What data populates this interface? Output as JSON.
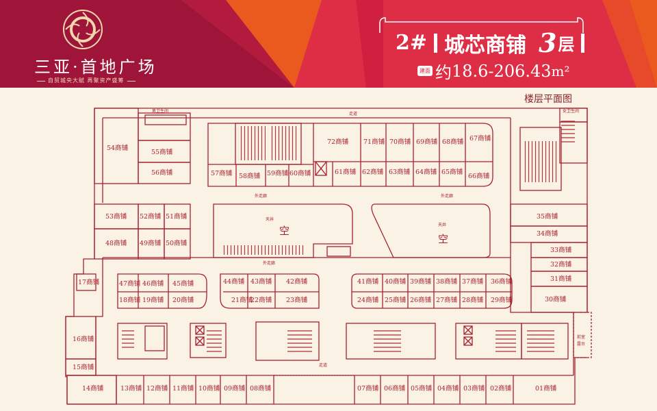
{
  "header": {
    "logo_name": "三亚·首地广场",
    "logo_slogan": "自贸城央大赋 再聚资产盛筹",
    "building": "2#",
    "project": "城芯商铺",
    "floor_num": "3",
    "floor_char": "层",
    "area_badge": "建面",
    "area_prefix": "约",
    "area_range": "18.6-206.43",
    "area_unit": "m²",
    "plan_caption": "楼层平面图"
  },
  "labels": {
    "corridor_top": "走道",
    "corridor_bottom": "走道",
    "outer_corridor_1": "外走廊",
    "outer_corridor_2": "外走廊",
    "outer_corridor_3": "外走廊",
    "atrium_1": "天井",
    "atrium_2": "天井",
    "void_1": "空",
    "void_2": "空",
    "restroom_men": "男卫生间",
    "restroom_women": "女卫生间",
    "front_terrace_1": "前室",
    "front_terrace_2": "露台"
  },
  "shops": {
    "s01": "01商铺",
    "s02": "02商铺",
    "s03": "03商铺",
    "s04": "04商铺",
    "s05": "05商铺",
    "s06": "06商铺",
    "s07": "07商铺",
    "s08": "08商铺",
    "s09": "09商铺",
    "s10": "10商铺",
    "s11": "11商铺",
    "s12": "12商铺",
    "s13": "13商铺",
    "s14": "14商铺",
    "s15": "15商铺",
    "s16": "16商铺",
    "s17": "17商铺",
    "s18": "18商铺",
    "s19": "19商铺",
    "s20": "20商铺",
    "s21": "21商铺",
    "s22": "22商铺",
    "s23": "23商铺",
    "s24": "24商铺",
    "s25": "25商铺",
    "s26": "26商铺",
    "s27": "27商铺",
    "s28": "28商铺",
    "s29": "29商铺",
    "s30": "30商铺",
    "s31": "31商铺",
    "s32": "32商铺",
    "s33": "33商铺",
    "s34": "34商铺",
    "s35": "35商铺",
    "s36": "36商铺",
    "s37": "37商铺",
    "s38": "38商铺",
    "s39": "39商铺",
    "s40": "40商铺",
    "s41": "41商铺",
    "s42": "42商铺",
    "s43": "43商铺",
    "s44": "44商铺",
    "s45": "45商铺",
    "s46": "46商铺",
    "s47": "47商铺",
    "s48": "48商铺",
    "s49": "49商铺",
    "s50": "50商铺",
    "s51": "51商铺",
    "s52": "52商铺",
    "s53": "53商铺",
    "s54": "54商铺",
    "s55": "55商铺",
    "s56": "56商铺",
    "s57": "57商铺",
    "s58": "58商铺",
    "s59": "59商铺",
    "s60": "60商铺",
    "s61": "61商铺",
    "s62": "62商铺",
    "s63": "63商铺",
    "s64": "64商铺",
    "s65": "65商铺",
    "s66": "66商铺",
    "s67": "67商铺",
    "s68": "68商铺",
    "s69": "69商铺",
    "s70": "70商铺",
    "s71": "71商铺",
    "s72": "72商铺"
  },
  "colors": {
    "header_dark": "#9e1539",
    "header_pink": "#de2e45",
    "header_orange": "#ea5a1e",
    "plan_line": "#a8212e",
    "background": "#faf2e4"
  }
}
